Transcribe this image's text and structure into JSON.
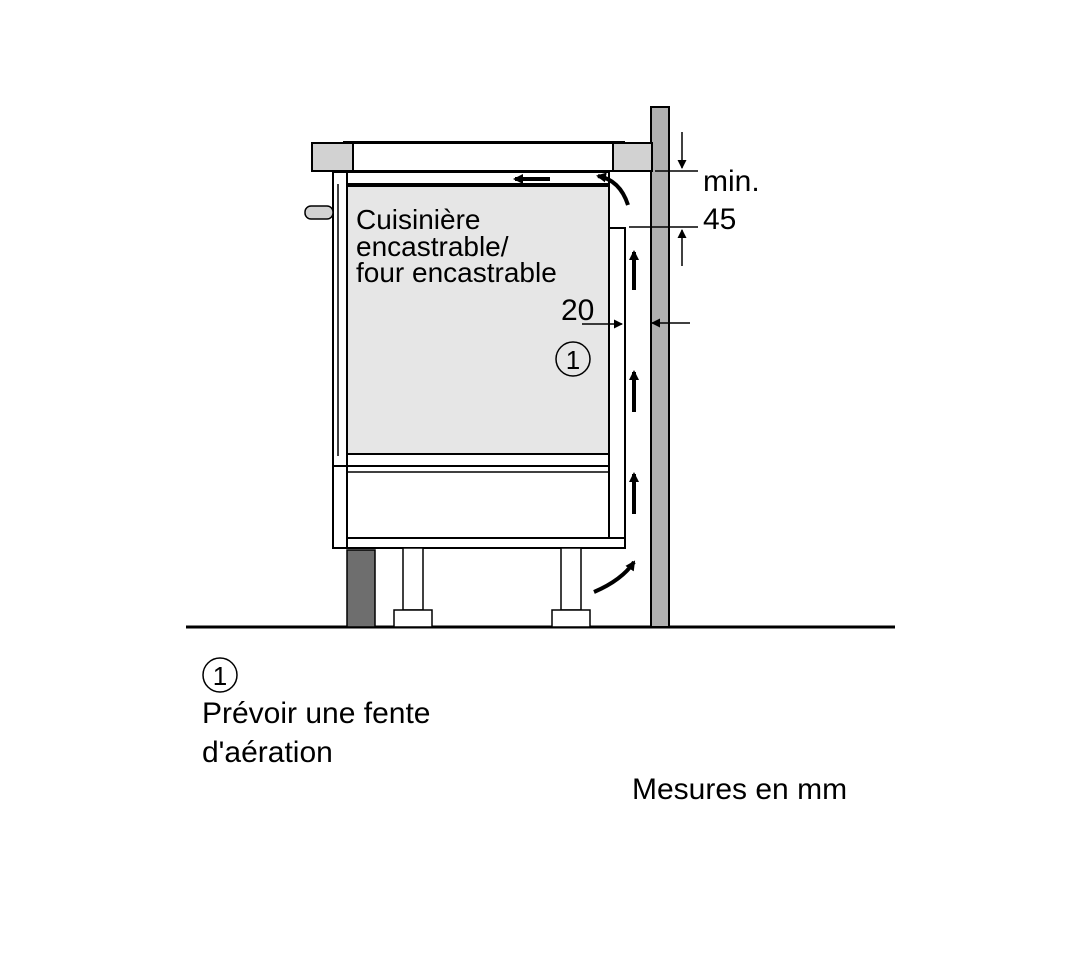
{
  "appliance": {
    "label_line1": "Cuisinière",
    "label_line2": "encastrable/",
    "label_line3": "four encastrable"
  },
  "dimensions": {
    "gap_top_line1": "min.",
    "gap_top_line2": "45",
    "gap_side": "20"
  },
  "marker": {
    "number": "1"
  },
  "legend": {
    "number": "1",
    "text_line1": "Prévoir une fente",
    "text_line2": "d'aération"
  },
  "units_note": "Mesures en mm",
  "colors": {
    "line": "#000000",
    "appliance_fill": "#e6e6e6",
    "wall_fill": "#b0b0b0",
    "dark_block": "#6e6e6e",
    "light_part": "#d2d2d2"
  }
}
